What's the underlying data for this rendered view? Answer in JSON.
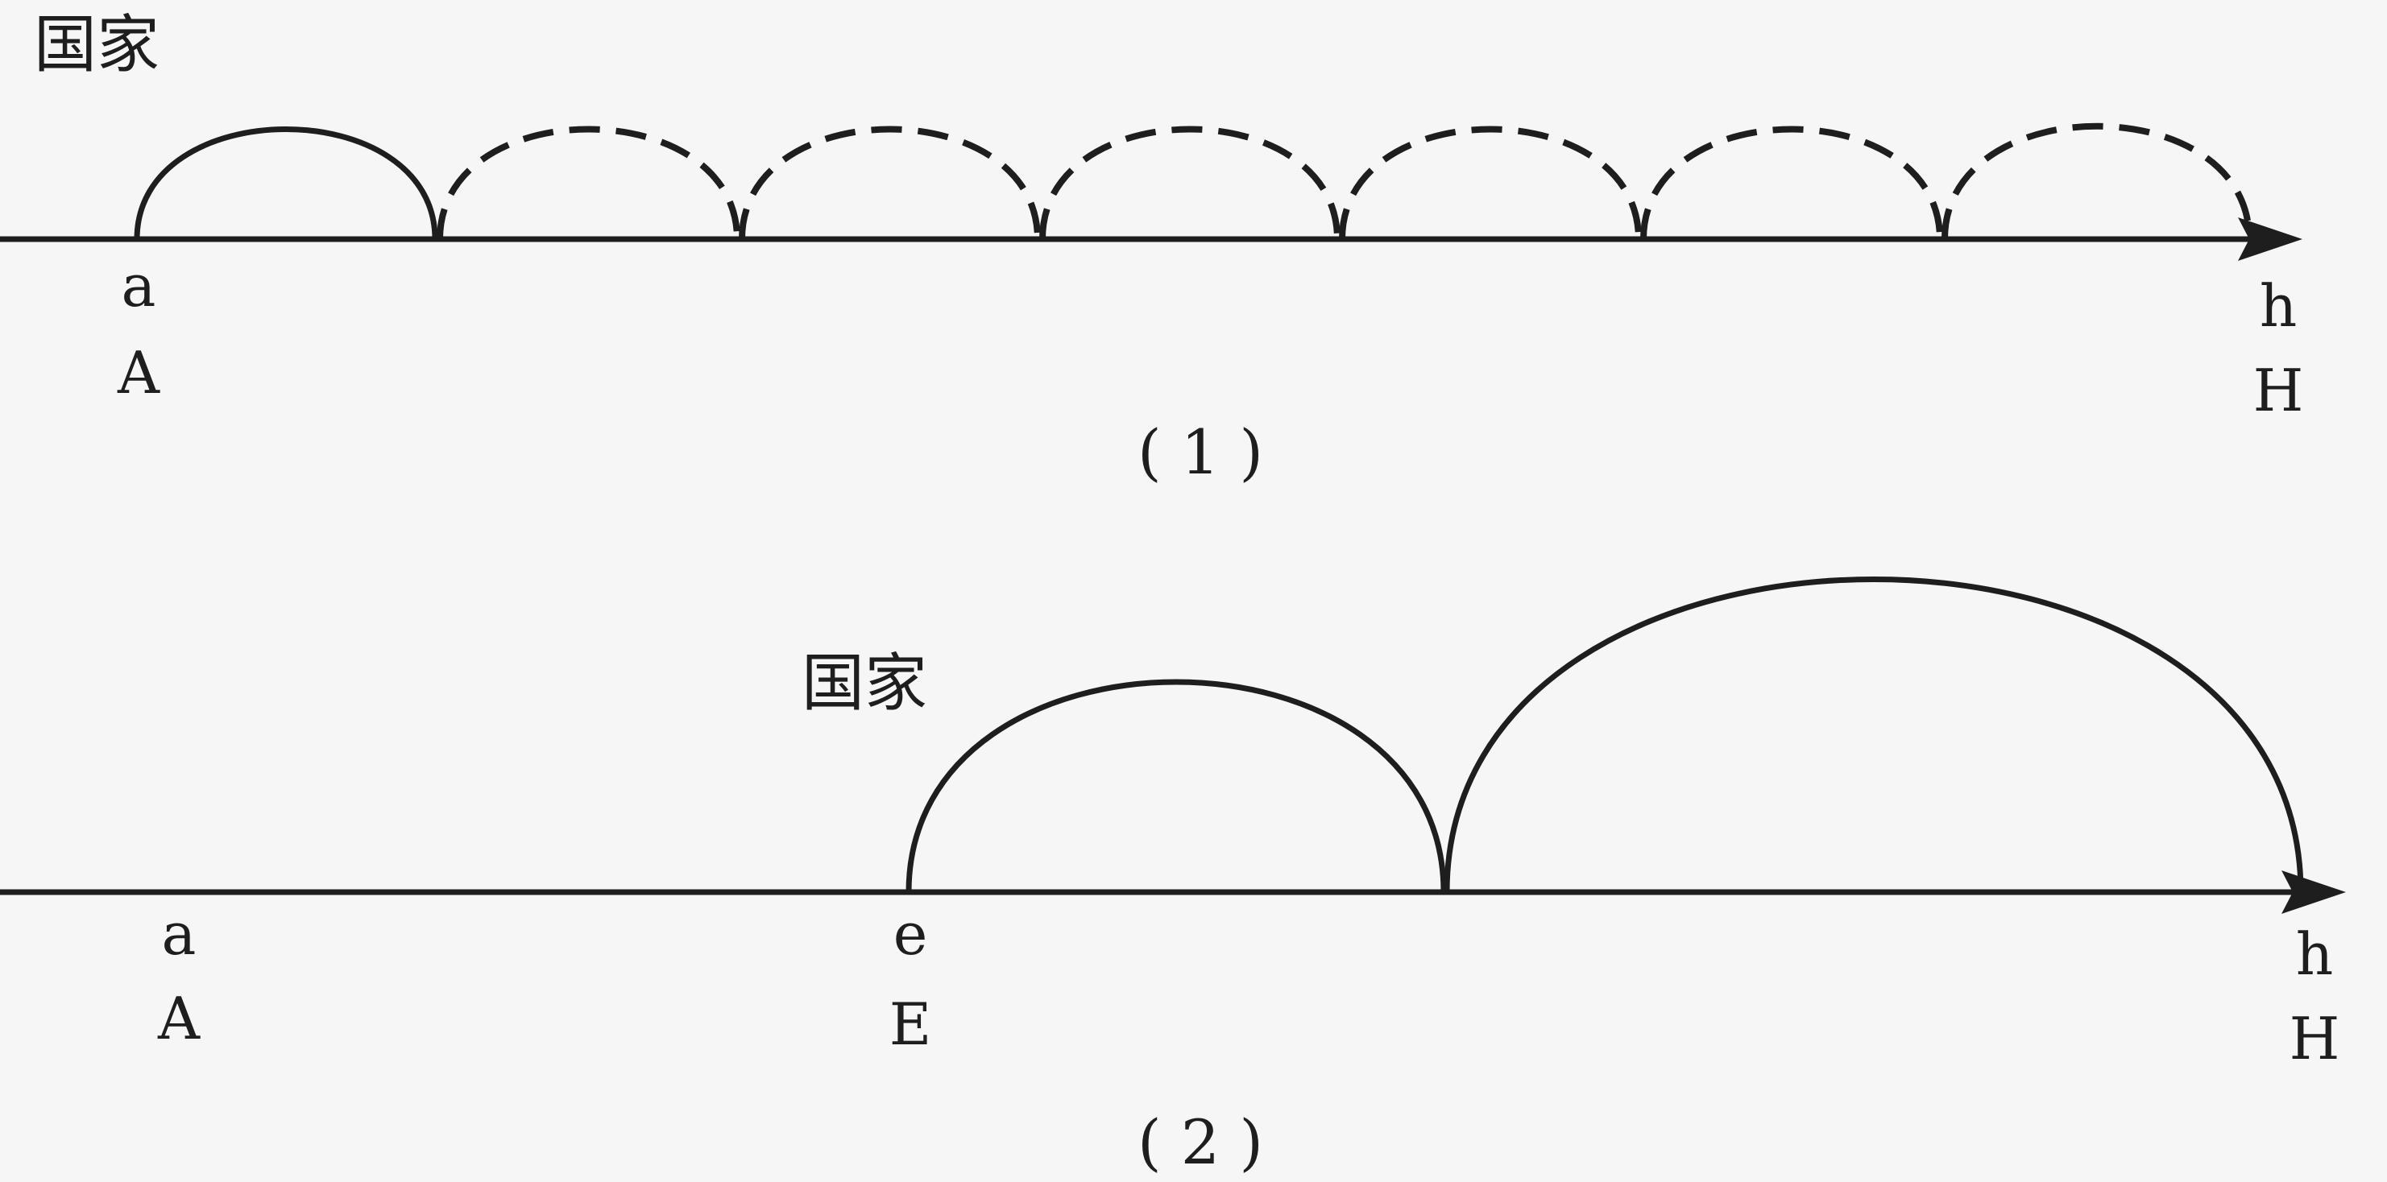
{
  "panel1": {
    "country_label": "国家",
    "start_lower": "a",
    "start_upper": "A",
    "end_lower": "h",
    "end_upper": "H",
    "caption": "( 1 )"
  },
  "panel2": {
    "country_label": "国家",
    "start_lower": "a",
    "start_upper": "A",
    "mid_lower": "e",
    "mid_upper": "E",
    "end_lower": "h",
    "end_upper": "H",
    "caption": "( 2 )"
  }
}
